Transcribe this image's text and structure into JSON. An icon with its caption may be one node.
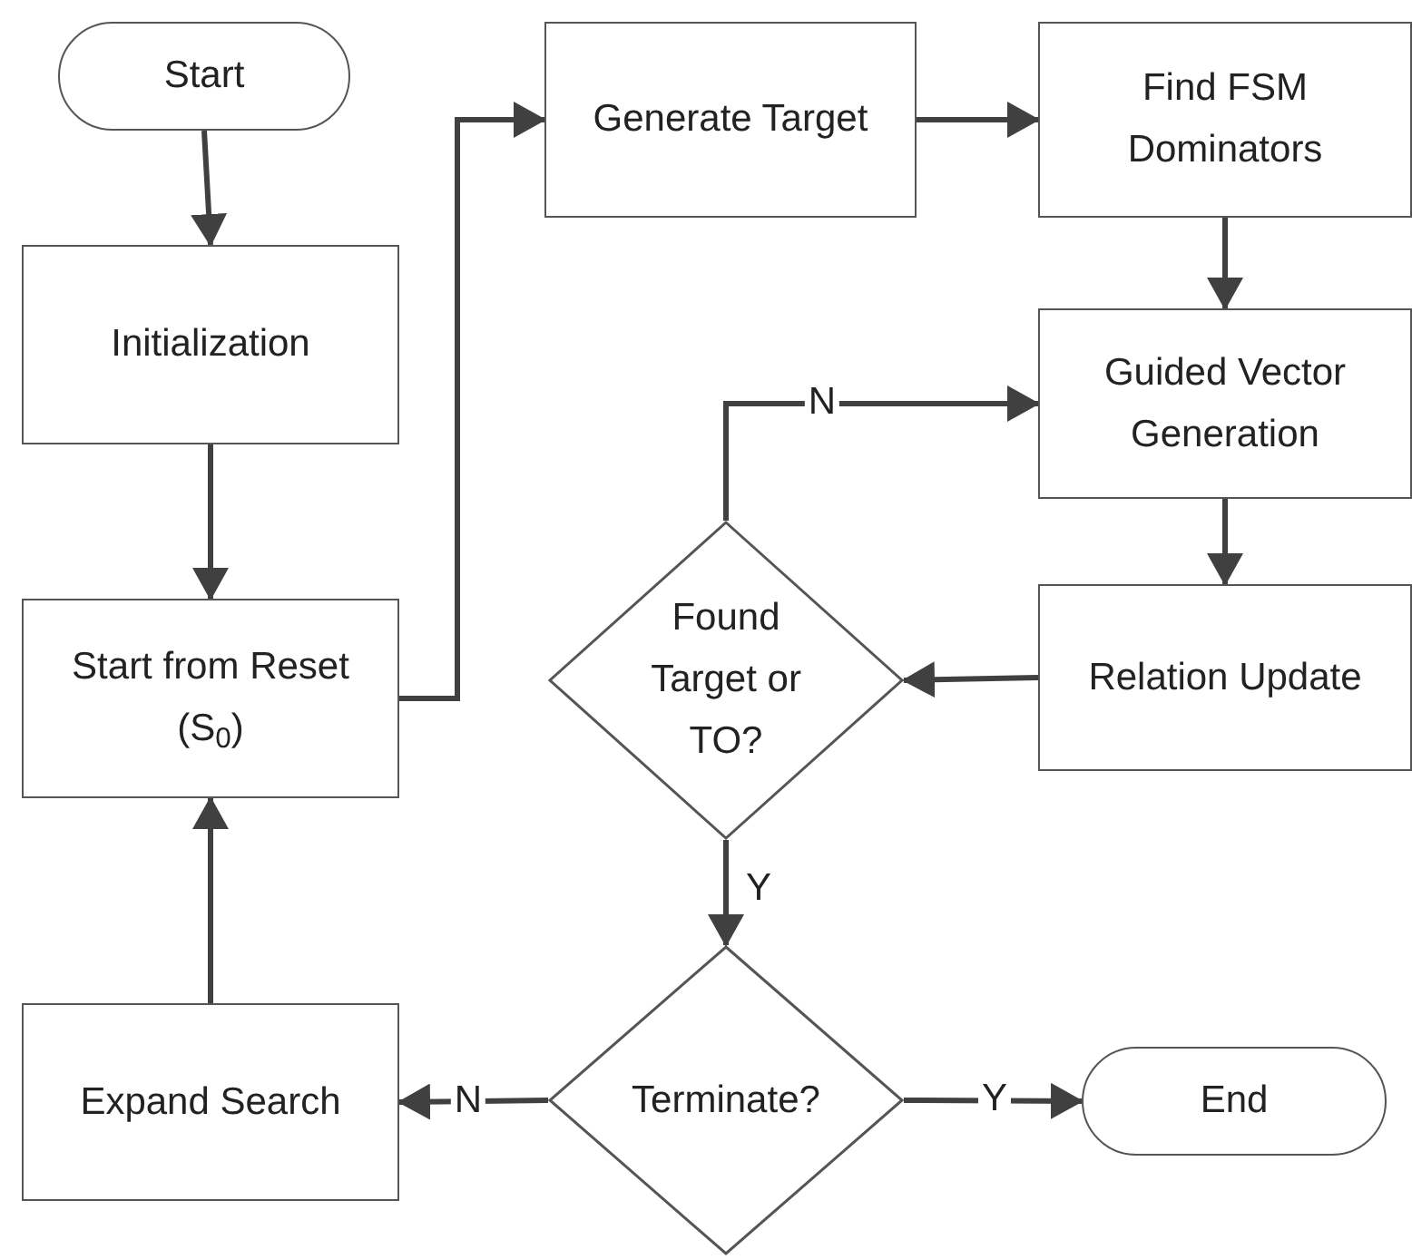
{
  "diagram": {
    "nodes": [
      {
        "text": [
          "Start"
        ]
      },
      {
        "text": [
          "Initialization"
        ]
      },
      {
        "text": [
          "Start from Reset (S$_{0}$)"
        ]
      },
      {
        "text": [
          "Expand Search"
        ]
      },
      {
        "text": [
          "Generate Target"
        ]
      },
      {
        "text": [
          "Find FSM Dominators"
        ]
      },
      {
        "text": [
          "Guided Vector Generation"
        ]
      },
      {
        "text": [
          "Relation Update"
        ]
      },
      {
        "text": [
          "Found Target or TO?"
        ]
      },
      {
        "text": [
          "Terminate?"
        ]
      },
      {
        "text": [
          "End"
        ]
      }
    ],
    "edges": [
      {
        "from": 0,
        "to": 1,
        "arrow": "to"
      },
      {
        "from": 1,
        "to": 2,
        "arrow": "to"
      },
      {
        "from": 2,
        "to": 4,
        "arrow": "to"
      },
      {
        "from": 4,
        "to": 5,
        "arrow": "to"
      },
      {
        "from": 5,
        "to": 6,
        "arrow": "to"
      },
      {
        "from": 6,
        "to": 7,
        "arrow": "to"
      },
      {
        "from": 7,
        "to": 8,
        "arrow": "to"
      },
      {
        "from": 8,
        "to": 6,
        "arrow": "to",
        "label": "N"
      },
      {
        "from": 8,
        "to": 9,
        "arrow": "to",
        "label": "Y"
      },
      {
        "from": 9,
        "to": 10,
        "arrow": "to",
        "label": "Y"
      },
      {
        "from": 9,
        "to": 3,
        "arrow": "to",
        "label": "N"
      },
      {
        "from": 3,
        "to": 2,
        "arrow": "to"
      }
    ]
  }
}
